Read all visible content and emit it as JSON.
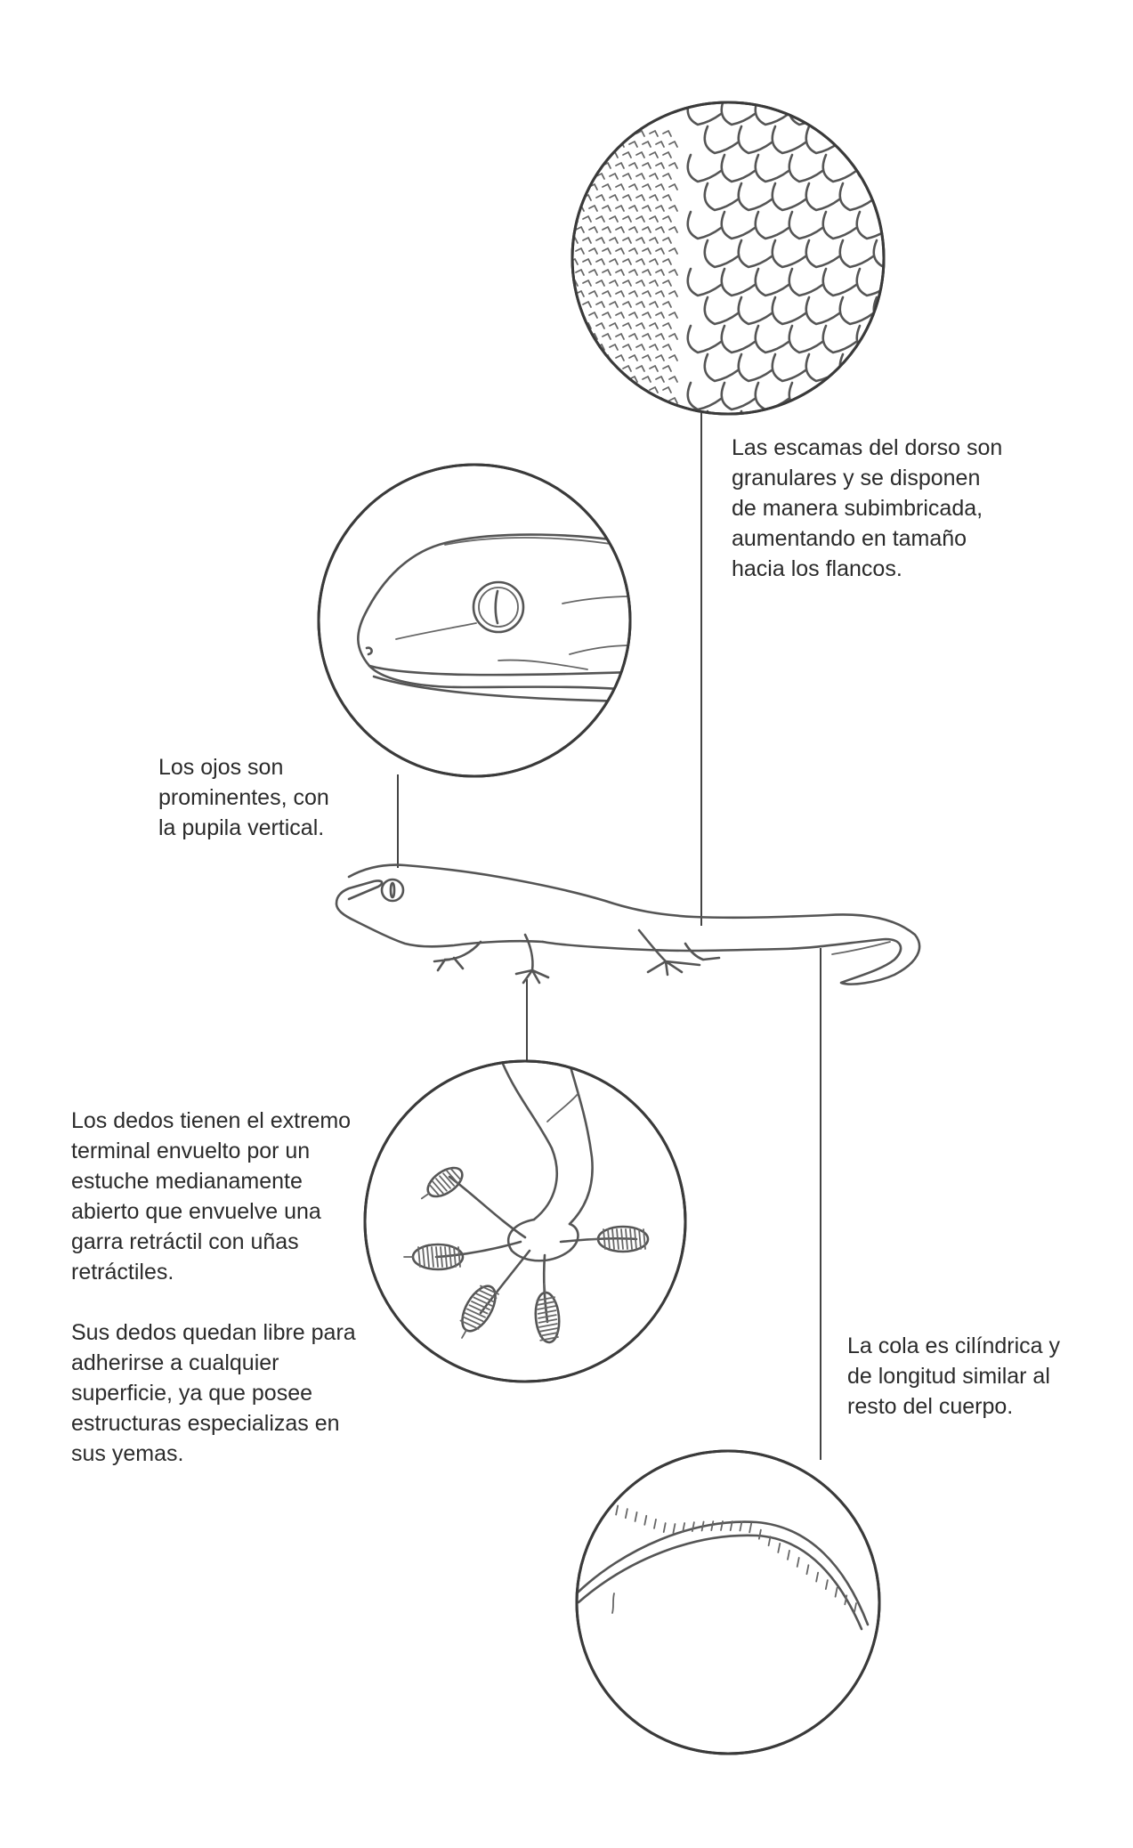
{
  "captions": {
    "scales": [
      "Las escamas del dorso son",
      "granulares y se disponen",
      "de manera subimbricada,",
      "aumentando en tamaño",
      "hacia los flancos."
    ],
    "eyes": [
      "Los ojos son",
      "prominentes, con",
      "la pupila vertical."
    ],
    "toes_a": [
      "Los dedos tienen el extremo",
      "terminal envuelto por un",
      "estuche medianamente",
      "abierto que envuelve una",
      "garra retráctil con uñas",
      "retráctiles."
    ],
    "toes_b": [
      "Sus dedos quedan libre para",
      "adherirse a cualquier",
      "superficie, ya que posee",
      "estructuras especializas en",
      "sus yemas."
    ],
    "tail": [
      "La cola es cilíndrica y",
      "de longitud similar al",
      "resto del cuerpo."
    ]
  },
  "colors": {
    "ink": "#555555",
    "ring": "#3a3a3a",
    "text": "#2b2b2b",
    "background": "#ffffff"
  }
}
